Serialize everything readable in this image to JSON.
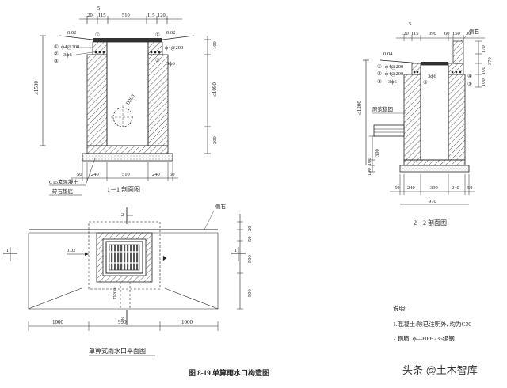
{
  "sec11": {
    "top_dims": [
      "5",
      "120",
      "115",
      "510",
      "115",
      "120"
    ],
    "slope_left": "0.02",
    "slope_right": "0.02",
    "rebar_left": "ф4@200",
    "rebar_right": "ф4@200",
    "bar_spec_left": "3ф6",
    "bar_spec_right": "3ф6",
    "rebar_lower": "ф4@200",
    "dim_1500": "≤1500",
    "dim_1080": "≤1080",
    "dim_300": "300",
    "dim_100": "100",
    "pipe_dia": "D200",
    "concrete_label": "C15素混凝土",
    "gravel_label": "碎石垫底",
    "bottom_dims": [
      "50",
      "240",
      "510",
      "240",
      "50"
    ],
    "title": "1－1  剖面图",
    "markers": [
      "①",
      "②",
      "③",
      "①",
      "①",
      "③"
    ]
  },
  "sec22": {
    "top_dims": [
      "5",
      "120",
      "115",
      "390",
      "60",
      "150",
      "30"
    ],
    "curb_label": "侧石",
    "slope": "0.04",
    "rebar1": "ф4@200",
    "rebar2": "ф4@200",
    "bar_spec1": "3ф6",
    "bar_spec2": "3ф6",
    "dim_1200": "≤1200",
    "dims_right": [
      "170",
      "370",
      "100",
      "100"
    ],
    "pipe_label": "原浆稳固",
    "dims_left": [
      "100",
      "100",
      "300"
    ],
    "bottom_dims": [
      "50",
      "240",
      "390",
      "240",
      "50"
    ],
    "total": "970",
    "title": "2－2  剖面图",
    "markers": [
      "①",
      "②",
      "③",
      "④",
      "⑤",
      "③"
    ]
  },
  "plan": {
    "section_mark_2": "2",
    "section_mark_1": "1",
    "curb_label": "侧石",
    "slope": "0.02",
    "pipe_dia": "D200",
    "dims_right": [
      "30",
      "50",
      "500",
      "500"
    ],
    "bottom_dims": [
      "1000",
      "990",
      "1000"
    ],
    "title": "单箅式雨水口平面图"
  },
  "notes": {
    "heading": "说明:",
    "line1": "1.混凝土:除已注明外, 均为C30",
    "line2": "2.钢筋: ф—HPB235级钢"
  },
  "caption": "图 8-19    单箅雨水口构造图",
  "watermark": "头条 @土木智库"
}
